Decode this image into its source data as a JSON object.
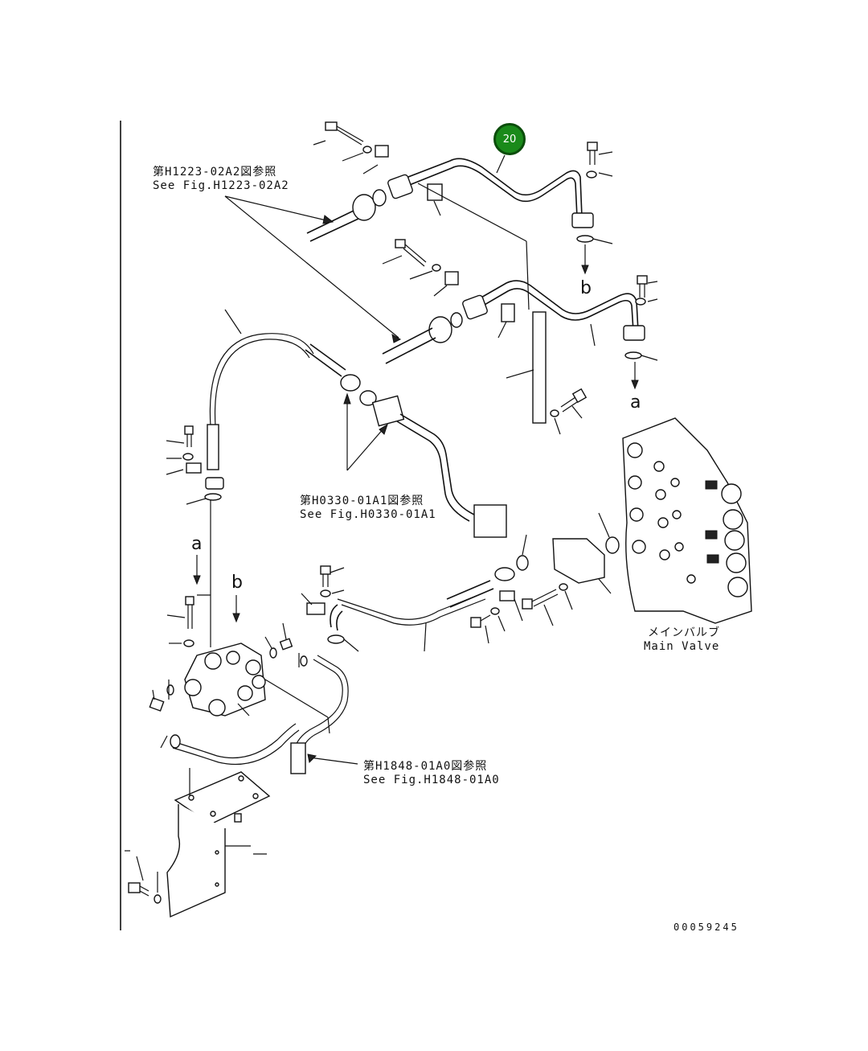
{
  "callout": {
    "number": "20",
    "color": "#1a8a1a"
  },
  "references": {
    "ref1": {
      "jp": "第H1223-02A2図参照",
      "en": "See Fig.H1223-02A2"
    },
    "ref2": {
      "jp": "第H0330-01A1図参照",
      "en": "See Fig.H0330-01A1"
    },
    "ref3": {
      "jp": "第H1848-01A0図参照",
      "en": "See Fig.H1848-01A0"
    }
  },
  "main_valve": {
    "jp": "メインバルブ",
    "en": "Main Valve"
  },
  "markers": {
    "a": "a",
    "b": "b"
  },
  "drawing_number": "00059245",
  "icons": [
    "hydraulic-pipe-icon",
    "bolt-icon",
    "washer-icon",
    "flange-icon",
    "main-valve-icon",
    "pilot-valve-icon",
    "mounting-bracket-icon"
  ]
}
